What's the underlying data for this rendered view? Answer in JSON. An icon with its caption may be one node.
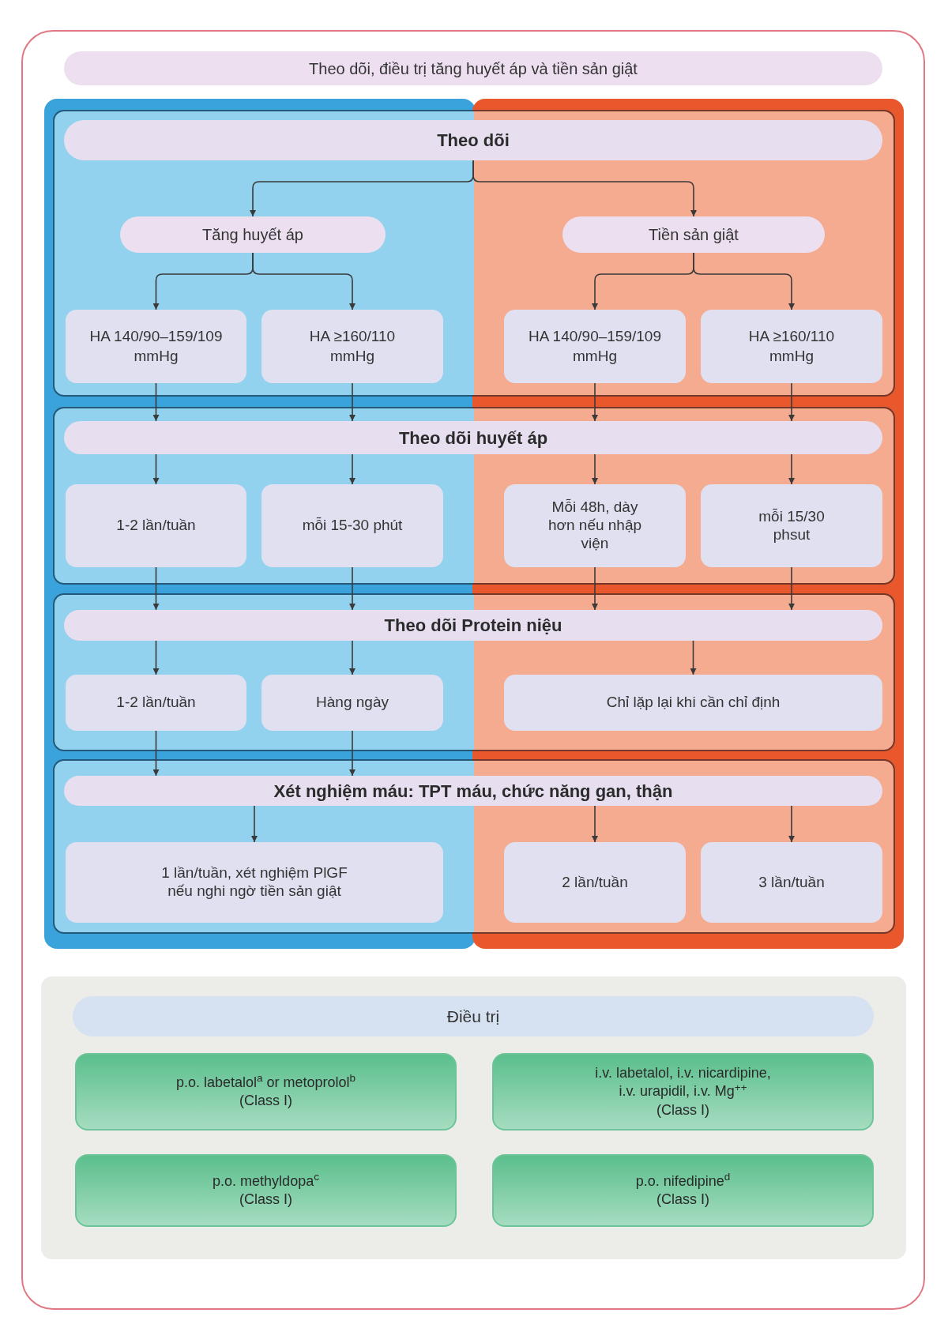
{
  "diagram": {
    "title": "Theo dõi, điều trị tăng huyết áp và tiền sản giật",
    "nodes": [
      {
        "text": [],
        "shape": "box"
      },
      {
        "text": [
          "Theo dõi"
        ],
        "in": 0
      },
      {
        "text": [
          "Tăng huyết áp"
        ],
        "in": 0
      },
      {
        "text": [
          "Tiền sản giật"
        ],
        "in": 0
      },
      {
        "text": [
          "HA 140/90–159/109 mmHg"
        ],
        "in": 0
      },
      {
        "text": [
          "HA ≥160/110 mmHg"
        ],
        "in": 0
      },
      {
        "text": [
          "HA 140/90–159/109 mmHg"
        ],
        "in": 0
      },
      {
        "text": [
          "HA ≥160/110 mmHg"
        ],
        "in": 0
      },
      {
        "text": [],
        "shape": "box"
      },
      {
        "text": [
          "Theo dõi huyết áp"
        ],
        "in": 8
      },
      {
        "text": [
          "1-2 lần/tuần"
        ],
        "in": 8
      },
      {
        "text": [
          "mỗi 15-30 phút"
        ],
        "in": 8
      },
      {
        "text": [
          "Mỗi 48h, dày hơn nếu nhập viện"
        ],
        "in": 8
      },
      {
        "text": [
          "mỗi 15/30 phsut"
        ],
        "in": 8
      },
      {
        "text": [],
        "shape": "box"
      },
      {
        "text": [
          "Theo dõi Protein niệu"
        ],
        "in": 14
      },
      {
        "text": [
          "1-2 lần/tuần"
        ],
        "in": 14
      },
      {
        "text": [
          "Hàng ngày"
        ],
        "in": 14
      },
      {
        "text": [
          "Chỉ lặp lại khi cần chỉ định"
        ],
        "in": 14
      },
      {
        "text": [],
        "shape": "box"
      },
      {
        "text": [
          "Xét nghiệm máu: TPT máu, chức năng gan, thận"
        ],
        "in": 19
      },
      {
        "text": [
          "1 lần/tuần, xét nghiệm PlGF nếu nghi ngờ tiền sản giật"
        ],
        "in": 19
      },
      {
        "text": [
          "2 lần/tuần"
        ],
        "in": 19
      },
      {
        "text": [
          "3 lần/tuần"
        ],
        "in": 19
      },
      {
        "text": [],
        "shape": "box"
      },
      {
        "text": [
          "Điều trị"
        ],
        "in": 24
      },
      {
        "text": [
          "p.o. labetalol$^{a}$ or metoprolol$^{b}$",
          "(Class I)"
        ],
        "in": 24
      },
      {
        "text": [
          "i.v. labetalol, i.v. nicardipine, i.v. urapidil, i.v. Mg$^{++}$",
          "(Class I)"
        ],
        "in": 24
      },
      {
        "text": [
          "p.o. methyldopa$^{c}$",
          "(Class I)"
        ],
        "in": 24
      },
      {
        "text": [
          "p.o. nifedipine$^{d}$",
          "(Class I)"
        ],
        "in": 24
      }
    ],
    "edges": [
      {
        "from": 1,
        "to": 2,
        "arrow": "to"
      },
      {
        "from": 1,
        "to": 3,
        "arrow": "to"
      },
      {
        "from": 2,
        "to": 4,
        "arrow": "to"
      },
      {
        "from": 2,
        "to": 5,
        "arrow": "to"
      },
      {
        "from": 3,
        "to": 6,
        "arrow": "to"
      },
      {
        "from": 3,
        "to": 7,
        "arrow": "to"
      },
      {
        "from": 4,
        "to": 9,
        "arrow": "to"
      },
      {
        "from": 5,
        "to": 9,
        "arrow": "to"
      },
      {
        "from": 6,
        "to": 9,
        "arrow": "to"
      },
      {
        "from": 7,
        "to": 9,
        "arrow": "to"
      },
      {
        "from": 9,
        "to": 10,
        "arrow": "to"
      },
      {
        "from": 9,
        "to": 11,
        "arrow": "to"
      },
      {
        "from": 9,
        "to": 12,
        "arrow": "to"
      },
      {
        "from": 9,
        "to": 13,
        "arrow": "to"
      },
      {
        "from": 10,
        "to": 15,
        "arrow": "to"
      },
      {
        "from": 11,
        "to": 15,
        "arrow": "to"
      },
      {
        "from": 12,
        "to": 15,
        "arrow": "to"
      },
      {
        "from": 13,
        "to": 15,
        "arrow": "to"
      },
      {
        "from": 15,
        "to": 16,
        "arrow": "to"
      },
      {
        "from": 15,
        "to": 17,
        "arrow": "to"
      },
      {
        "from": 15,
        "to": 18,
        "arrow": "to"
      },
      {
        "from": 16,
        "to": 20,
        "arrow": "to"
      },
      {
        "from": 17,
        "to": 20,
        "arrow": "to"
      },
      {
        "from": 20,
        "to": 21,
        "arrow": "to"
      },
      {
        "from": 20,
        "to": 22,
        "arrow": "to"
      },
      {
        "from": 20,
        "to": 23,
        "arrow": "to"
      }
    ]
  }
}
